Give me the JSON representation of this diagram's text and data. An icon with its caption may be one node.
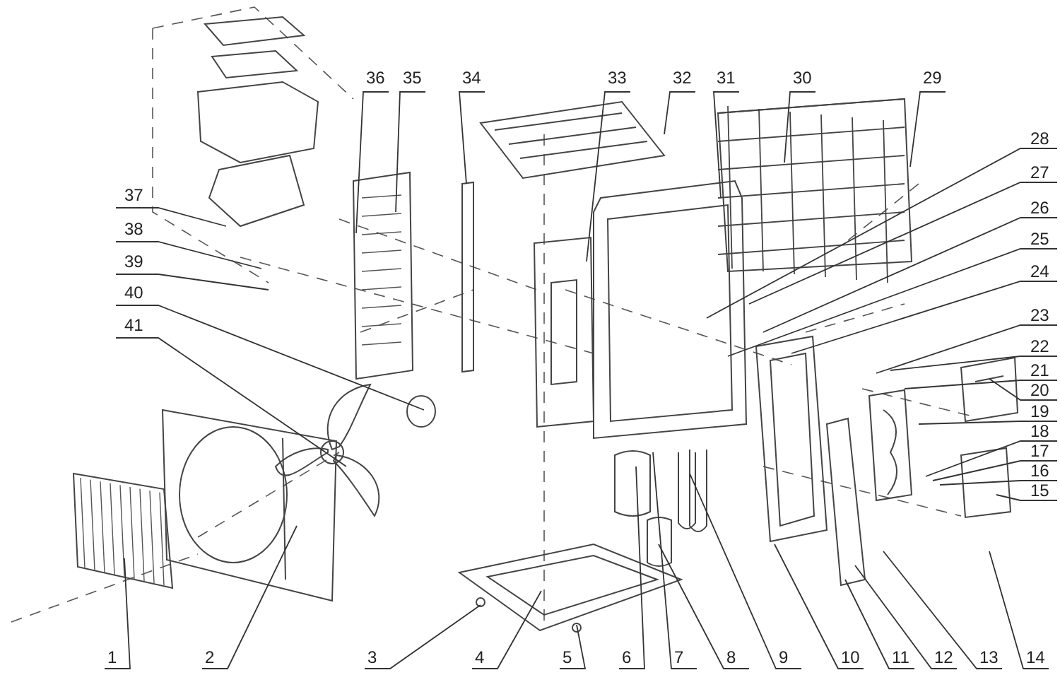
{
  "diagram": {
    "nodes": [
      {
        "text": [
          "1"
        ]
      },
      {
        "text": [
          "2"
        ]
      },
      {
        "text": [
          "3"
        ]
      },
      {
        "text": [
          "4"
        ]
      },
      {
        "text": [
          "5"
        ]
      },
      {
        "text": [
          "6"
        ]
      },
      {
        "text": [
          "7"
        ]
      },
      {
        "text": [
          "8"
        ]
      },
      {
        "text": [
          "9"
        ]
      },
      {
        "text": [
          "10"
        ]
      },
      {
        "text": [
          "11"
        ]
      },
      {
        "text": [
          "12"
        ]
      },
      {
        "text": [
          "13"
        ]
      },
      {
        "text": [
          "14"
        ]
      },
      {
        "text": [
          "15"
        ]
      },
      {
        "text": [
          "16"
        ]
      },
      {
        "text": [
          "17"
        ]
      },
      {
        "text": [
          "18"
        ]
      },
      {
        "text": [
          "19"
        ]
      },
      {
        "text": [
          "20"
        ]
      },
      {
        "text": [
          "21"
        ]
      },
      {
        "text": [
          "22"
        ]
      },
      {
        "text": [
          "23"
        ]
      },
      {
        "text": [
          "24"
        ]
      },
      {
        "text": [
          "25"
        ]
      },
      {
        "text": [
          "26"
        ]
      },
      {
        "text": [
          "27"
        ]
      },
      {
        "text": [
          "28"
        ]
      },
      {
        "text": [
          "29"
        ]
      },
      {
        "text": [
          "30"
        ]
      },
      {
        "text": [
          "31"
        ]
      },
      {
        "text": [
          "32"
        ]
      },
      {
        "text": [
          "33"
        ]
      },
      {
        "text": [
          "34"
        ]
      },
      {
        "text": [
          "35"
        ]
      },
      {
        "text": [
          "36"
        ]
      },
      {
        "text": [
          "37"
        ]
      },
      {
        "text": [
          "38"
        ]
      },
      {
        "text": [
          "39"
        ]
      },
      {
        "text": [
          "40"
        ]
      },
      {
        "text": [
          "41"
        ]
      }
    ],
    "edges": [
      {
        "from": 0,
        "to": null,
        "arrow": "none"
      },
      {
        "from": 1,
        "to": null,
        "arrow": "none"
      },
      {
        "from": 2,
        "to": null,
        "arrow": "none"
      },
      {
        "from": 3,
        "to": null,
        "arrow": "none"
      },
      {
        "from": 4,
        "to": null,
        "arrow": "none"
      },
      {
        "from": 5,
        "to": null,
        "arrow": "none"
      },
      {
        "from": 6,
        "to": null,
        "arrow": "none"
      },
      {
        "from": 7,
        "to": null,
        "arrow": "none"
      },
      {
        "from": 8,
        "to": null,
        "arrow": "none"
      },
      {
        "from": 9,
        "to": null,
        "arrow": "none"
      },
      {
        "from": 10,
        "to": null,
        "arrow": "none"
      },
      {
        "from": 11,
        "to": null,
        "arrow": "none"
      },
      {
        "from": 12,
        "to": null,
        "arrow": "none"
      },
      {
        "from": 13,
        "to": null,
        "arrow": "none"
      },
      {
        "from": 14,
        "to": null,
        "arrow": "none"
      },
      {
        "from": 15,
        "to": null,
        "arrow": "none"
      },
      {
        "from": 16,
        "to": null,
        "arrow": "none"
      },
      {
        "from": 17,
        "to": null,
        "arrow": "none"
      },
      {
        "from": 18,
        "to": null,
        "arrow": "none"
      },
      {
        "from": 19,
        "to": null,
        "arrow": "none"
      },
      {
        "from": 20,
        "to": null,
        "arrow": "none"
      },
      {
        "from": 21,
        "to": null,
        "arrow": "none"
      },
      {
        "from": 22,
        "to": null,
        "arrow": "none"
      },
      {
        "from": 23,
        "to": null,
        "arrow": "none"
      },
      {
        "from": 24,
        "to": null,
        "arrow": "none"
      },
      {
        "from": 25,
        "to": null,
        "arrow": "none"
      },
      {
        "from": 26,
        "to": null,
        "arrow": "none"
      },
      {
        "from": 27,
        "to": null,
        "arrow": "none"
      },
      {
        "from": 28,
        "to": null,
        "arrow": "none"
      },
      {
        "from": 29,
        "to": null,
        "arrow": "none"
      },
      {
        "from": 30,
        "to": null,
        "arrow": "none"
      },
      {
        "from": 31,
        "to": null,
        "arrow": "none"
      },
      {
        "from": 32,
        "to": null,
        "arrow": "none"
      },
      {
        "from": 33,
        "to": null,
        "arrow": "none"
      },
      {
        "from": 34,
        "to": null,
        "arrow": "none"
      },
      {
        "from": 35,
        "to": null,
        "arrow": "none"
      },
      {
        "from": 36,
        "to": null,
        "arrow": "none"
      },
      {
        "from": 37,
        "to": null,
        "arrow": "none"
      },
      {
        "from": 38,
        "to": null,
        "arrow": "none"
      },
      {
        "from": 39,
        "to": null,
        "arrow": "none"
      },
      {
        "from": 40,
        "to": null,
        "arrow": "none"
      }
    ]
  }
}
